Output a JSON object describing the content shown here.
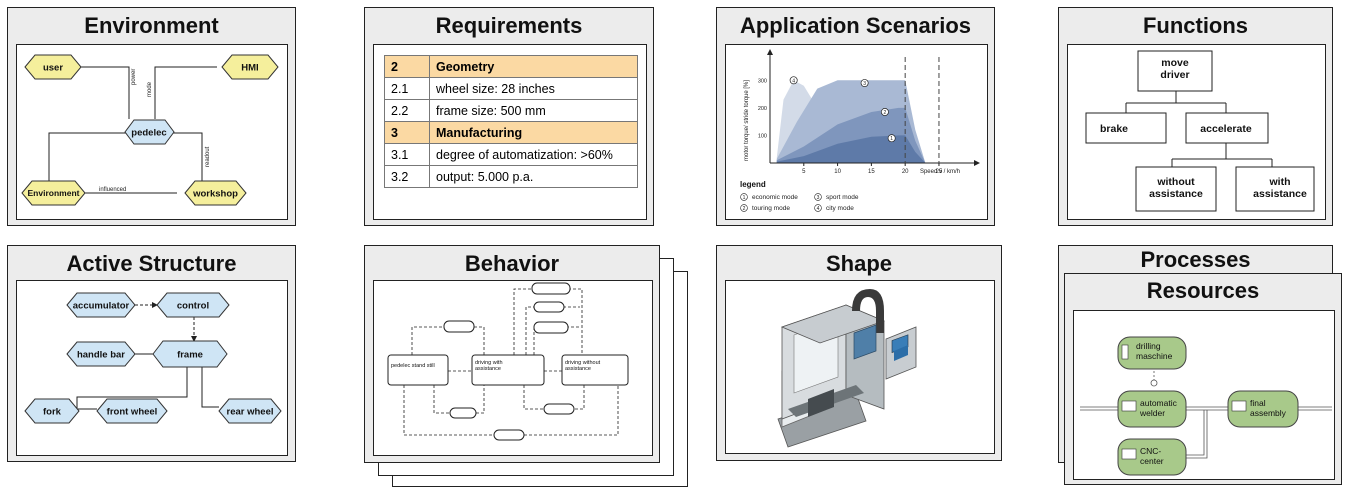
{
  "environment": {
    "title": "Environment",
    "nodes": {
      "user": "user",
      "hmi": "HMI",
      "pedelec": "pedelec",
      "environment": "Environment",
      "workshop": "workshop"
    },
    "edge_labels": {
      "power": "power",
      "mode": "mode",
      "readout": "readout",
      "influenced": "influenced"
    }
  },
  "requirements": {
    "title": "Requirements",
    "rows": [
      {
        "num": "2",
        "text": "Geometry",
        "header": true
      },
      {
        "num": "2.1",
        "text": "wheel size: 28 inches",
        "header": false
      },
      {
        "num": "2.2",
        "text": "frame size: 500 mm",
        "header": false
      },
      {
        "num": "3",
        "text": "Manufacturing",
        "header": true
      },
      {
        "num": "3.1",
        "text": "degree of automatization: >60%",
        "header": false
      },
      {
        "num": "3.2",
        "text": "output: 5.000 p.a.",
        "header": false
      }
    ]
  },
  "scenarios": {
    "title": "Application Scenarios",
    "chart_data": {
      "type": "area",
      "ylabel": "motor torque/ stride torque [%]",
      "xlabel": "Speed v / km/h",
      "x_ticks": [
        "5",
        "10",
        "15",
        "20",
        "25"
      ],
      "y_ticks": [
        "100",
        "200",
        "300"
      ],
      "xlim": [
        0,
        29
      ],
      "ylim": [
        0,
        370
      ],
      "vlines": [
        20,
        25
      ],
      "series": [
        {
          "marker": "1",
          "x": [
            1,
            5,
            10,
            15,
            19,
            20,
            21.5,
            23
          ],
          "y": [
            5,
            25,
            70,
            95,
            100,
            100,
            40,
            0
          ]
        },
        {
          "marker": "2",
          "x": [
            1,
            5,
            10,
            15,
            19,
            20,
            21.5,
            23
          ],
          "y": [
            10,
            60,
            140,
            185,
            200,
            200,
            80,
            0
          ]
        },
        {
          "marker": "3",
          "x": [
            1,
            4,
            7,
            10,
            15,
            20,
            21.5,
            23
          ],
          "y": [
            15,
            150,
            270,
            300,
            300,
            300,
            120,
            0
          ]
        },
        {
          "marker": "4",
          "x": [
            1,
            2,
            3.5,
            5,
            7,
            10,
            15,
            20,
            21.5,
            23
          ],
          "y": [
            20,
            230,
            300,
            280,
            200,
            140,
            120,
            110,
            40,
            0
          ]
        }
      ],
      "point_markers": [
        {
          "label": "4",
          "x": 3.5,
          "y": 300
        },
        {
          "label": "3",
          "x": 14,
          "y": 290
        },
        {
          "label": "2",
          "x": 17,
          "y": 185
        },
        {
          "label": "1",
          "x": 18,
          "y": 90
        }
      ],
      "legend_title": "legend",
      "legend": [
        {
          "num": "1",
          "text": "economic mode"
        },
        {
          "num": "2",
          "text": "touring mode"
        },
        {
          "num": "3",
          "text": "sport mode"
        },
        {
          "num": "4",
          "text": "city mode"
        }
      ]
    }
  },
  "functions": {
    "title": "Functions",
    "nodes": {
      "move": "move\ndriver",
      "brake": "brake",
      "accelerate": "accelerate",
      "without": "without\nassistance",
      "with": "with\nassistance"
    }
  },
  "active_structure": {
    "title": "Active Structure",
    "nodes": {
      "accumulator": "accumulator",
      "control": "control",
      "handle_bar": "handle bar",
      "frame": "frame",
      "fork": "fork",
      "front_wheel": "front wheel",
      "rear_wheel": "rear wheel"
    }
  },
  "behavior": {
    "title": "Behavior",
    "states": {
      "standstill": "pedelec stand still",
      "with": "driving with\nassistance",
      "without": "driving without\nassistance"
    }
  },
  "shape": {
    "title": "Shape"
  },
  "processes": {
    "title_back": "Processes",
    "title_front": "Resources",
    "nodes": {
      "drilling": "drilling\nmaschine",
      "welder": "automatic\nwelder",
      "assembly": "final\nassembly",
      "cnc": "CNC-\ncenter"
    }
  },
  "colors": {
    "yellow_node": "#f5ef9c",
    "blue_node": "#cfe5f5",
    "green_node": "#a8c98a",
    "table_header": "#fbd9a3"
  }
}
